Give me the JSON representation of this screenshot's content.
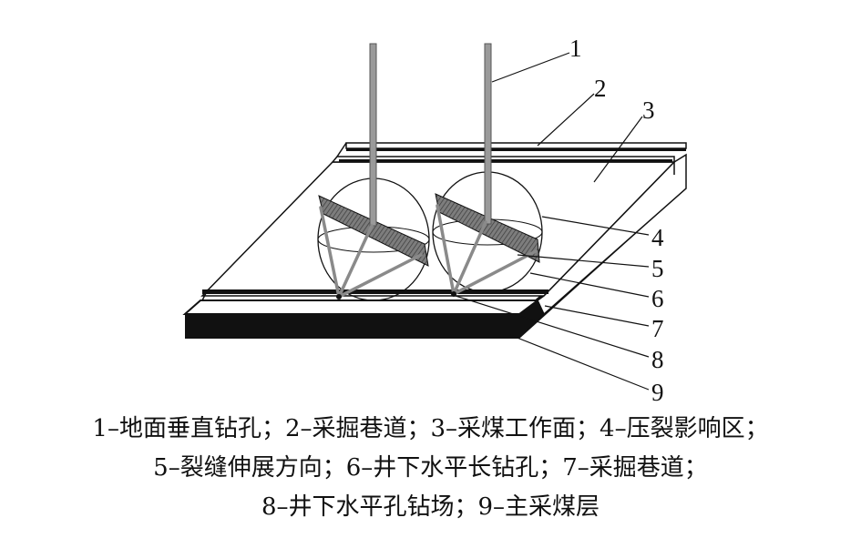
{
  "diagram": {
    "callouts": [
      {
        "id": "1",
        "label": "1"
      },
      {
        "id": "2",
        "label": "2"
      },
      {
        "id": "3",
        "label": "3"
      },
      {
        "id": "4",
        "label": "4"
      },
      {
        "id": "5",
        "label": "5"
      },
      {
        "id": "6",
        "label": "6"
      },
      {
        "id": "7",
        "label": "7"
      },
      {
        "id": "8",
        "label": "8"
      },
      {
        "id": "9",
        "label": "9"
      }
    ]
  },
  "caption": {
    "lines": [
      "1–地面垂直钻孔；2–采掘巷道；3–采煤工作面；4–压裂影响区；",
      "5–裂缝伸展方向；6–井下水平长钻孔；7–采掘巷道；",
      "8–井下水平孔钻场；9–主采煤层"
    ]
  },
  "colors": {
    "ink": "#111111",
    "well": "#9a9a9a",
    "zone": "#8a8a8a"
  }
}
